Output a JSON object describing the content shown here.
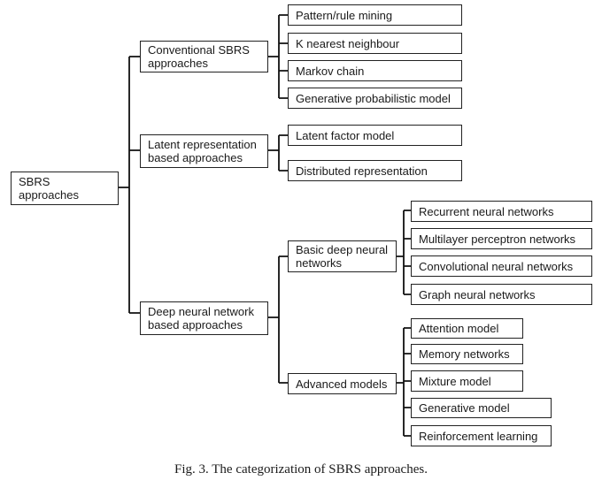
{
  "caption": "Fig. 3.  The categorization of SBRS approaches.",
  "root": {
    "label": "SBRS approaches"
  },
  "level1": [
    {
      "label": "Conventional SBRS\napproaches"
    },
    {
      "label": "Latent representation\nbased approaches"
    },
    {
      "label": "Deep neural network\nbased approaches"
    }
  ],
  "conventional": [
    {
      "label": "Pattern/rule mining"
    },
    {
      "label": "K nearest neighbour"
    },
    {
      "label": "Markov chain"
    },
    {
      "label": "Generative probabilistic model"
    }
  ],
  "latent": [
    {
      "label": "Latent factor model"
    },
    {
      "label": "Distributed representation"
    }
  ],
  "deep": [
    {
      "label": "Basic deep neural\nnetworks"
    },
    {
      "label": "Advanced models"
    }
  ],
  "basic_deep": [
    {
      "label": "Recurrent neural networks"
    },
    {
      "label": "Multilayer perceptron networks"
    },
    {
      "label": "Convolutional neural networks"
    },
    {
      "label": "Graph neural networks"
    }
  ],
  "advanced": [
    {
      "label": "Attention model"
    },
    {
      "label": "Memory networks"
    },
    {
      "label": "Mixture model"
    },
    {
      "label": "Generative model"
    },
    {
      "label": "Reinforcement learning"
    }
  ]
}
